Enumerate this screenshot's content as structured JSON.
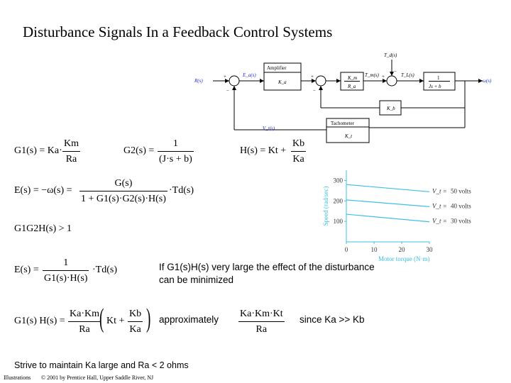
{
  "title": "Disturbance Signals In a Feedback Control Systems",
  "block_diagram": {
    "R": "R(s)",
    "Ea": "E_a(s)",
    "amplifier_label": "Amplifier",
    "amplifier_gain": "K_a",
    "motor_gain_num": "K_m",
    "motor_gain_den": "R_a",
    "Tm": "T_m(s)",
    "TL": "T_L(s)",
    "Td": "T_d(s)",
    "plant_num": "1",
    "plant_den": "Js + b",
    "output": "ω(s)",
    "Kb": "K_b",
    "tach_label": "Tachometer",
    "tach_gain": "K_t",
    "Vt": "V_t(s)",
    "plus": "+",
    "minus": "−"
  },
  "equations": {
    "g1_lhs": "G1(s) = Ka·",
    "g1_num": "Km",
    "g1_den": "Ra",
    "g2_lhs": "G2(s) =",
    "g2_num": "1",
    "g2_den": "(J·s + b)",
    "h_lhs": "H(s) = Kt +",
    "h_num": "Kb",
    "h_den": "Ka",
    "e_lhs": "E(s) = −ω(s) =",
    "e_num": "G(s)",
    "e_den": "1 + G1(s)·G2(s)·H(s)",
    "e_tail": "·Td(s)",
    "ineq": "G1G2H(s) > 1",
    "e2_lhs": "E(s) =",
    "e2_num": "1",
    "e2_den": "G1(s)·H(s)",
    "e2_tail": "·Td(s)",
    "note": "If G1(s)H(s) very large the effect of the disturbance can be minimized",
    "approx_lhs": "G1(s) H(s) =",
    "approx_f1_num": "Ka·Km",
    "approx_f1_den": "Ra",
    "approx_kt": "Kt +",
    "approx_f2_num": "Kb",
    "approx_f2_den": "Ka",
    "approx_word": "approximately",
    "approx_f3_num": "Ka·Km·Kt",
    "approx_f3_den": "Ra",
    "since": "since Ka >> Kb",
    "strive": "Strive to maintain Ka large and Ra < 2 ohms"
  },
  "chart_data": {
    "type": "line",
    "xlabel": "Motor torque (N·m)",
    "ylabel": "Speed (rad/sec)",
    "x_ticks": [
      "0",
      "10",
      "20",
      "30"
    ],
    "y_ticks": [
      "100",
      "200",
      "300"
    ],
    "xlim": [
      0,
      30
    ],
    "ylim": [
      0,
      350
    ],
    "color": "#3cc0e6",
    "series": [
      {
        "name": "50 volts",
        "x": [
          0,
          30
        ],
        "y": [
          280,
          245
        ]
      },
      {
        "name": "40 volts",
        "x": [
          0,
          30
        ],
        "y": [
          205,
          172
        ]
      },
      {
        "name": "30 volts",
        "x": [
          0,
          30
        ],
        "y": [
          135,
          98
        ]
      }
    ],
    "series_prefix": "V_t = "
  },
  "footer": {
    "left": "Illustrations",
    "right": "© 2001 by Prentice Hall, Upper Saddle River, NJ"
  }
}
